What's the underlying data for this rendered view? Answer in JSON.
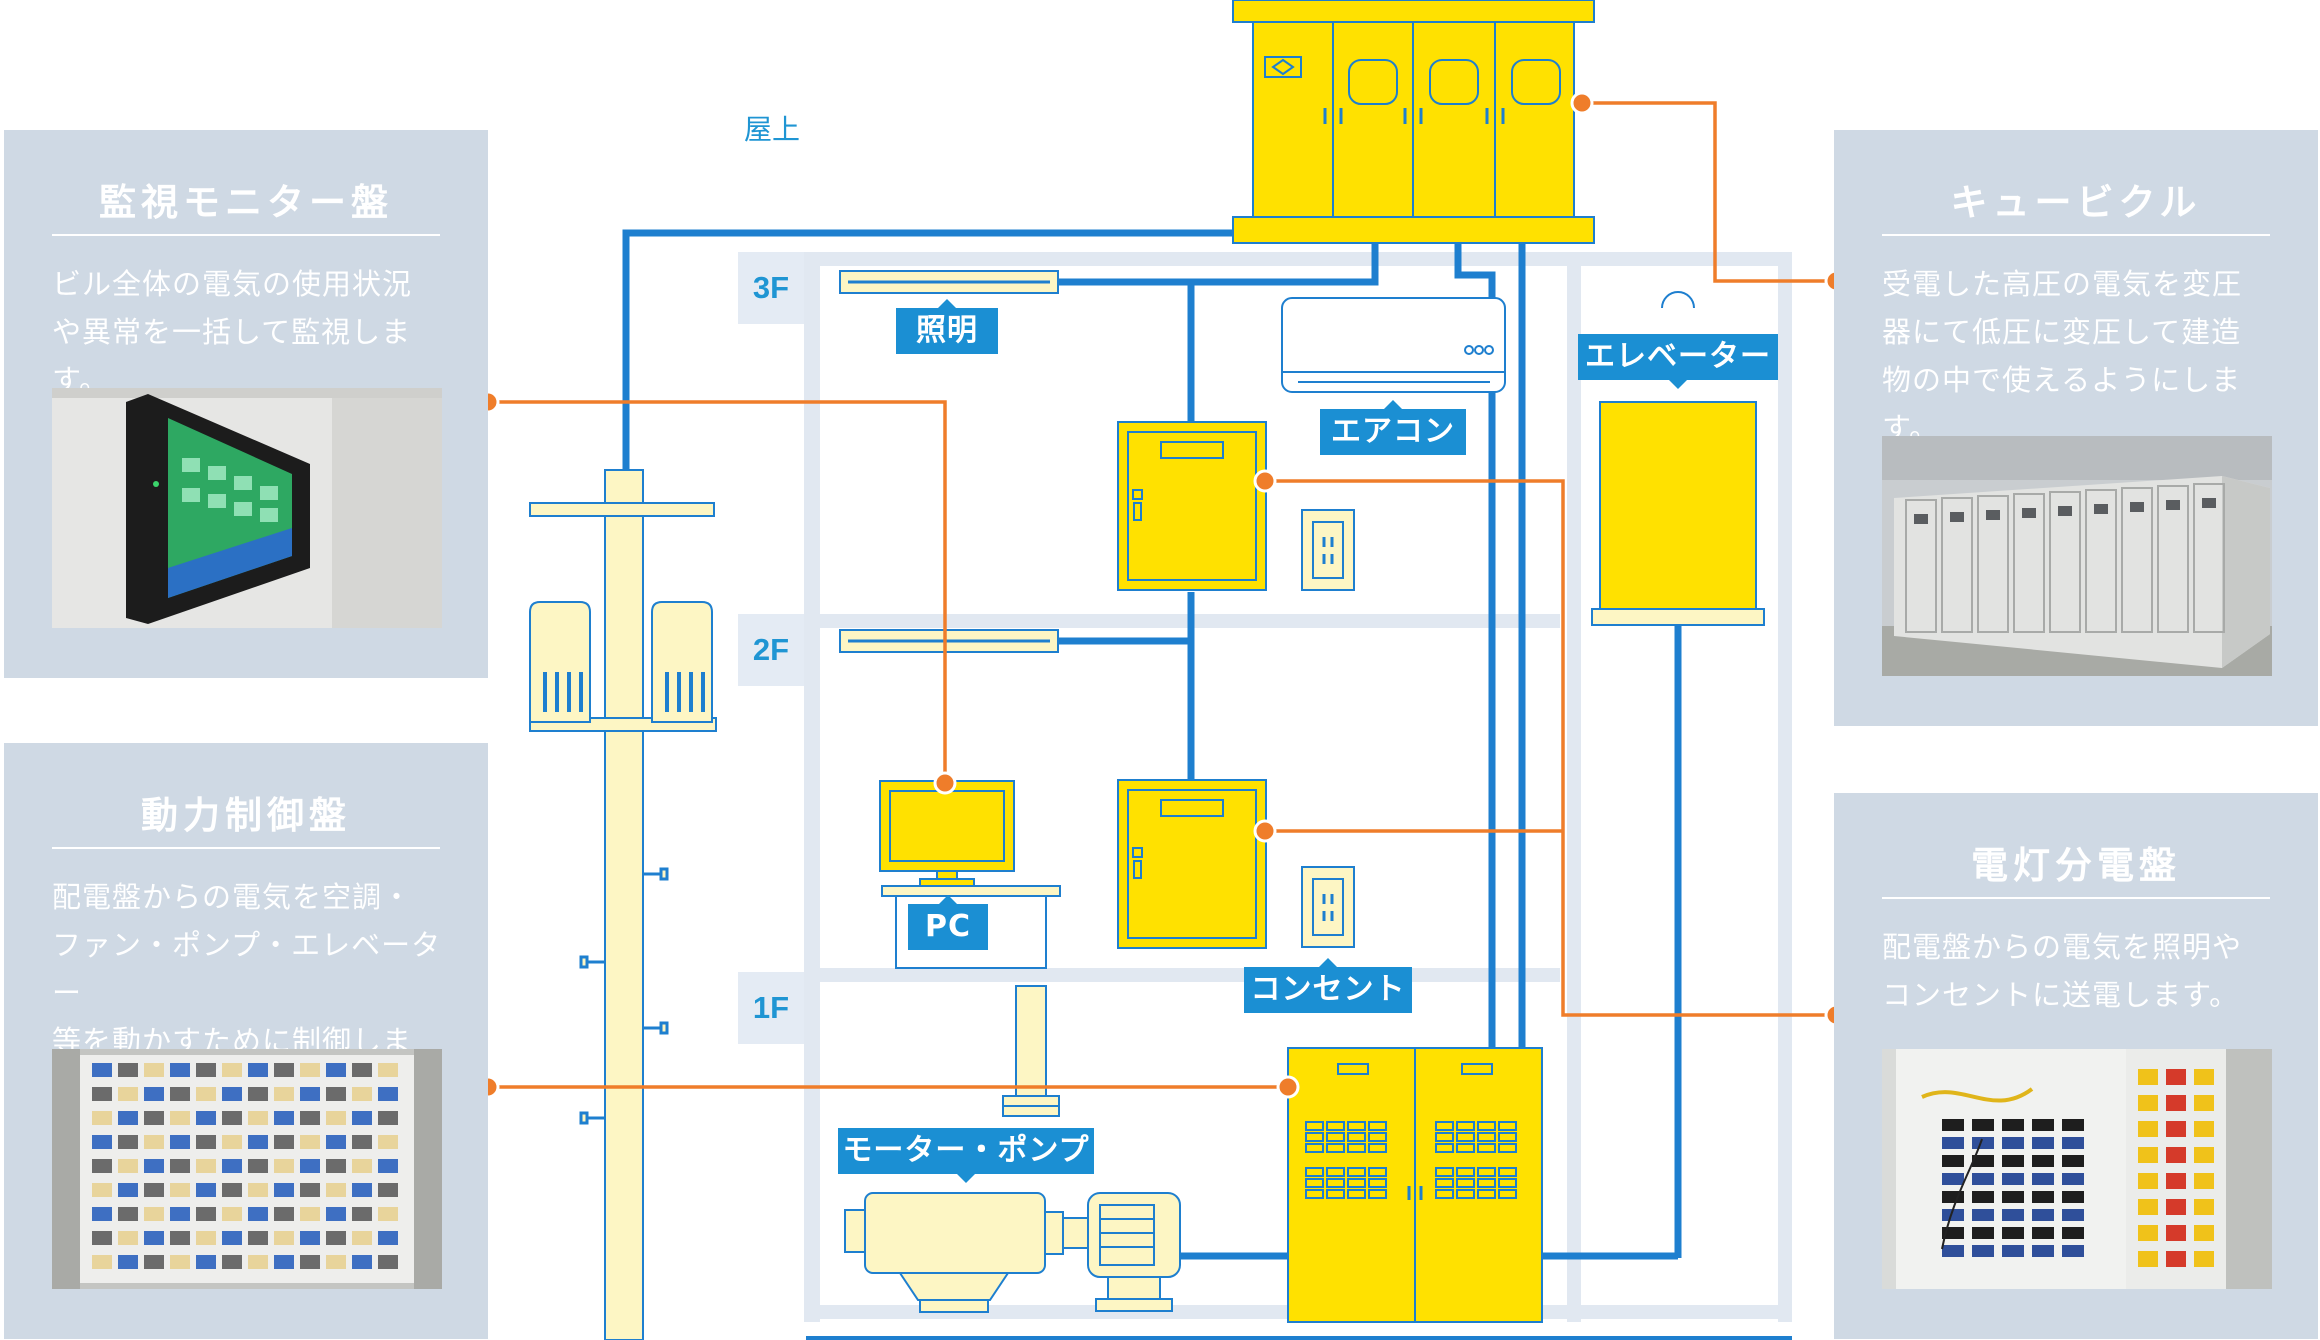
{
  "roof_label": "屋上",
  "floors": [
    "3F",
    "2F",
    "1F"
  ],
  "equipment_labels": {
    "lighting": "照明",
    "aircon": "エアコン",
    "elevator": "エレベーター",
    "pc": "PC",
    "outlet": "コンセント",
    "motor_pump": "モーター・ポンプ"
  },
  "cards": {
    "monitor": {
      "title": "監視モニター盤",
      "lines": [
        "ビル全体の電気の使用状況",
        "や異常を一括して監視します。"
      ]
    },
    "power_control": {
      "title": "動力制御盤",
      "lines": [
        "配電盤からの電気を空調・",
        "ファン・ポンプ・エレベーター",
        "等を動かすために制御します。"
      ]
    },
    "cubicle": {
      "title": "キュービクル",
      "lines": [
        "受電した高圧の電気を変圧",
        "器にて低圧に変圧して建造",
        "物の中で使えるようにします。"
      ]
    },
    "lighting_panel": {
      "title": "電灯分電盤",
      "lines": [
        "配電盤からの電気を照明や",
        "コンセントに送電します。"
      ]
    }
  },
  "colors": {
    "wire_blue": "#1e7fcf",
    "link_orange": "#ef7d2a",
    "equipment_yellow": "#ffe100",
    "equipment_cream": "#fdf6c4",
    "building_frame": "#e1e8f1",
    "card_bg": "#cfd9e4",
    "tag_blue": "#1b8fd3"
  }
}
